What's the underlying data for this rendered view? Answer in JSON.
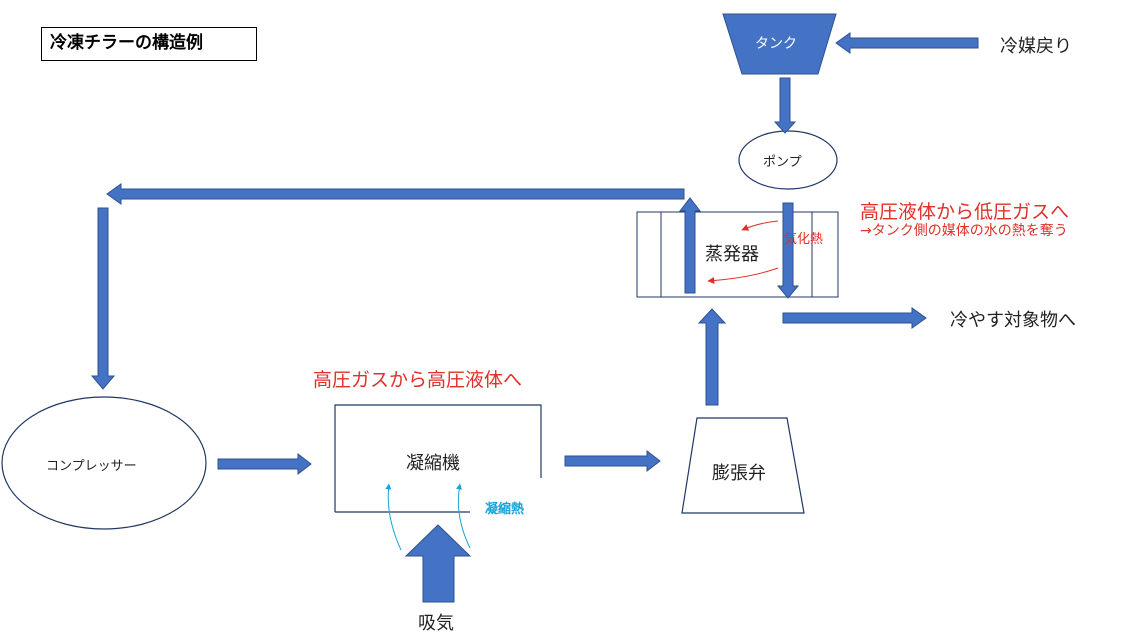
{
  "title": "冷凍チラーの構造例",
  "components": {
    "tank": "タンク",
    "pump": "ポンプ",
    "evaporator": "蒸発器",
    "compressor": "コンプレッサー",
    "condenser": "凝縮機",
    "expansion_valve": "膨張弁"
  },
  "labels": {
    "refrigerant_return": "冷媒戻り",
    "to_cooling_target": "冷やす対象物へ",
    "intake": "吸気",
    "vaporization_heat": "気化熱",
    "condensation_heat": "凝縮熱"
  },
  "annotations": {
    "evaporator_title": "高圧液体から低圧ガスへ",
    "evaporator_note": "→タンク側の媒体の水の熱を奪う",
    "condenser_title": "高圧ガスから高圧液体へ"
  },
  "colors": {
    "arrow_blue": "#4472c4",
    "arrow_stroke": "#2f528f",
    "annotation_red": "#e0302a",
    "heat_cyan": "#19a3d6",
    "outline_dark": "#1f3864"
  }
}
